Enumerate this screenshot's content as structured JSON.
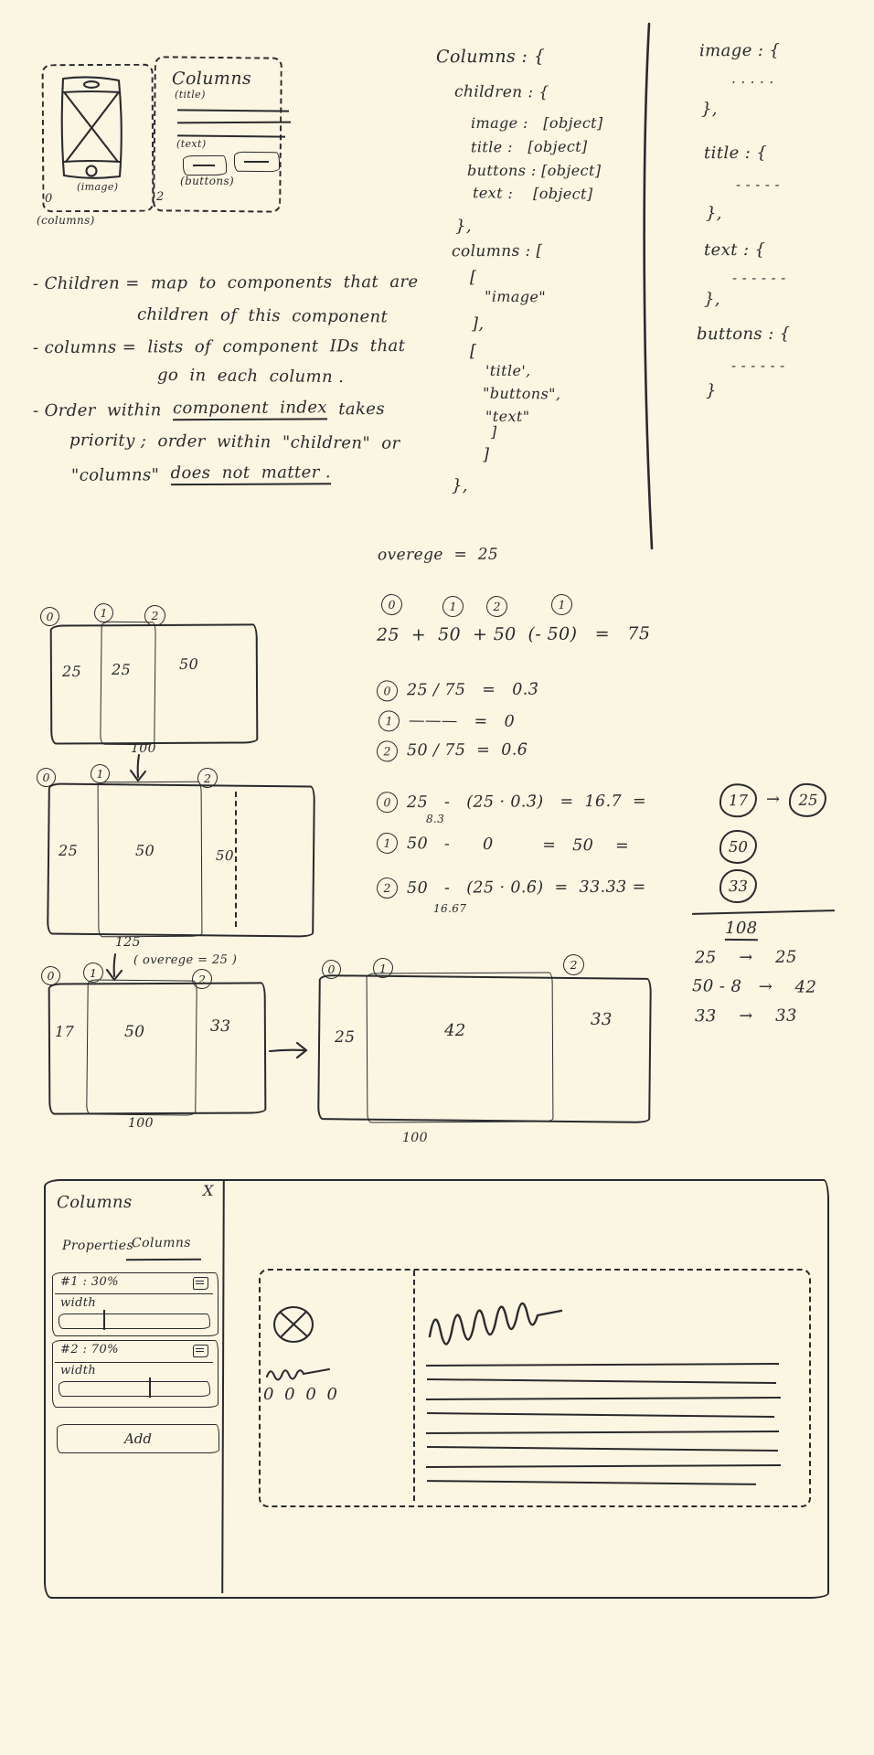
{
  "page": {
    "background": "#faf6e2",
    "ink": "#2a2a2e"
  },
  "wireframe": {
    "title": "Columns",
    "title_caption": "(title)",
    "text_caption": "(text)",
    "buttons_caption": "(buttons)",
    "image_caption": "(image)",
    "index_left": "0",
    "index_right": "2",
    "columns_caption": "(columns)"
  },
  "schema": {
    "lines": [
      "Columns : {",
      "children : {",
      "image :   [object]",
      "title :   [object]",
      "buttons : [object]",
      "text :    [object]",
      "},",
      "columns : [",
      "[",
      "\"image\"",
      "],",
      "[",
      "'title',",
      "\"buttons\",",
      "\"text\"",
      "]",
      "]",
      "},"
    ]
  },
  "fragments": {
    "lines": [
      "image : {",
      ". . . . .",
      "},",
      "title : {",
      "- - - - -",
      "},",
      "text : {",
      "- - - - - -",
      "},",
      "buttons : {",
      "- - - - - -",
      "}"
    ]
  },
  "notes": {
    "b1_line1": "- Children =  map  to  components  that  are",
    "b1_line2": "children  of  this  component",
    "b2_line1": "- columns =  lists  of  component  IDs  that",
    "b2_line2": "go  in  each  column .",
    "b3_pre": "- Order  within  ",
    "b3_underlined": "component  index",
    "b3_post": "  takes",
    "b3_line2": "priority ;  order  within  \"children\"  or",
    "b3_line3_pre": "\"columns\"  ",
    "b3_line3_underlined": "does  not  matter ."
  },
  "math": {
    "overage_note": "overege  =  25",
    "indices": [
      "0",
      "1",
      "2",
      "1"
    ],
    "sum_equation": "25  +  50  + 50  (- 50)   =   75",
    "ratios": [
      {
        "idx": "0",
        "body": "25 / 75   =   0.3̄"
      },
      {
        "idx": "1",
        "body": "———   =   0"
      },
      {
        "idx": "2",
        "body": "50 / 75  =  0.6̄"
      }
    ],
    "adjustments": [
      {
        "idx": "0",
        "body": "25   -   (25 · 0.3̄)   =  16.7  =",
        "sub": "8.3",
        "result": "17",
        "arrow": "→",
        "final": "25"
      },
      {
        "idx": "1",
        "body": "50   -      0         =   50    =",
        "result": "50"
      },
      {
        "idx": "2",
        "body": "50   -   (25 · 0.6̄)  =  33.33 =",
        "sub": "16.67",
        "result": "33"
      }
    ],
    "total": "108",
    "mappings": [
      "25    →    25",
      "50 - 8   →    42",
      "33    →    33"
    ]
  },
  "diagrams": {
    "d1": {
      "indices": [
        "0",
        "1",
        "2"
      ],
      "columns": [
        "25",
        "25",
        "50"
      ],
      "total": "100"
    },
    "d2": {
      "indices": [
        "0",
        "1",
        "2"
      ],
      "columns": [
        "25",
        "50",
        "50"
      ],
      "total": "125",
      "note": "( overege = 25 )"
    },
    "d3": {
      "indices": [
        "0",
        "1",
        "2"
      ],
      "columns": [
        "17",
        "50",
        "33"
      ],
      "total": "100"
    },
    "d4": {
      "indices": [
        "0",
        "1",
        "2"
      ],
      "columns": [
        "25",
        "42",
        "33"
      ],
      "total": "100"
    }
  },
  "mockup": {
    "title": "Columns",
    "close_label": "X",
    "tabs": [
      {
        "label": "Properties"
      },
      {
        "label": "Columns"
      }
    ],
    "cards": [
      {
        "header": "#1 : 30%",
        "field_label": "width"
      },
      {
        "header": "#2 : 70%",
        "field_label": "width"
      }
    ],
    "add_label": "Add",
    "canvas_buttons_glyph": "0 0 0 0"
  }
}
